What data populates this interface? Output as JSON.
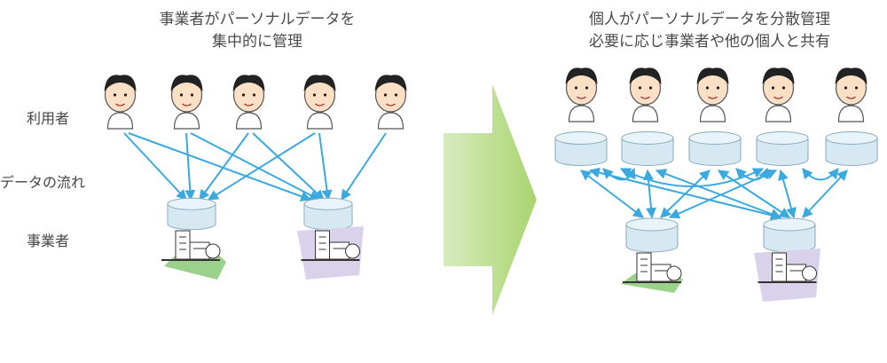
{
  "left_title": [
    "事業者がパーソナルデータを",
    "集中的に管理"
  ],
  "right_title": [
    "個人がパーソナルデータを分散管理",
    "必要に応じ事業者や他の個人と共有"
  ],
  "row_labels": {
    "users": "利用者",
    "data_flow": "データの流れ",
    "businesses": "事業者"
  },
  "colors": {
    "arrow": "#3aa9e0",
    "cylinder": "#d6e9f2",
    "big_arrow": "#b9dc8a"
  }
}
